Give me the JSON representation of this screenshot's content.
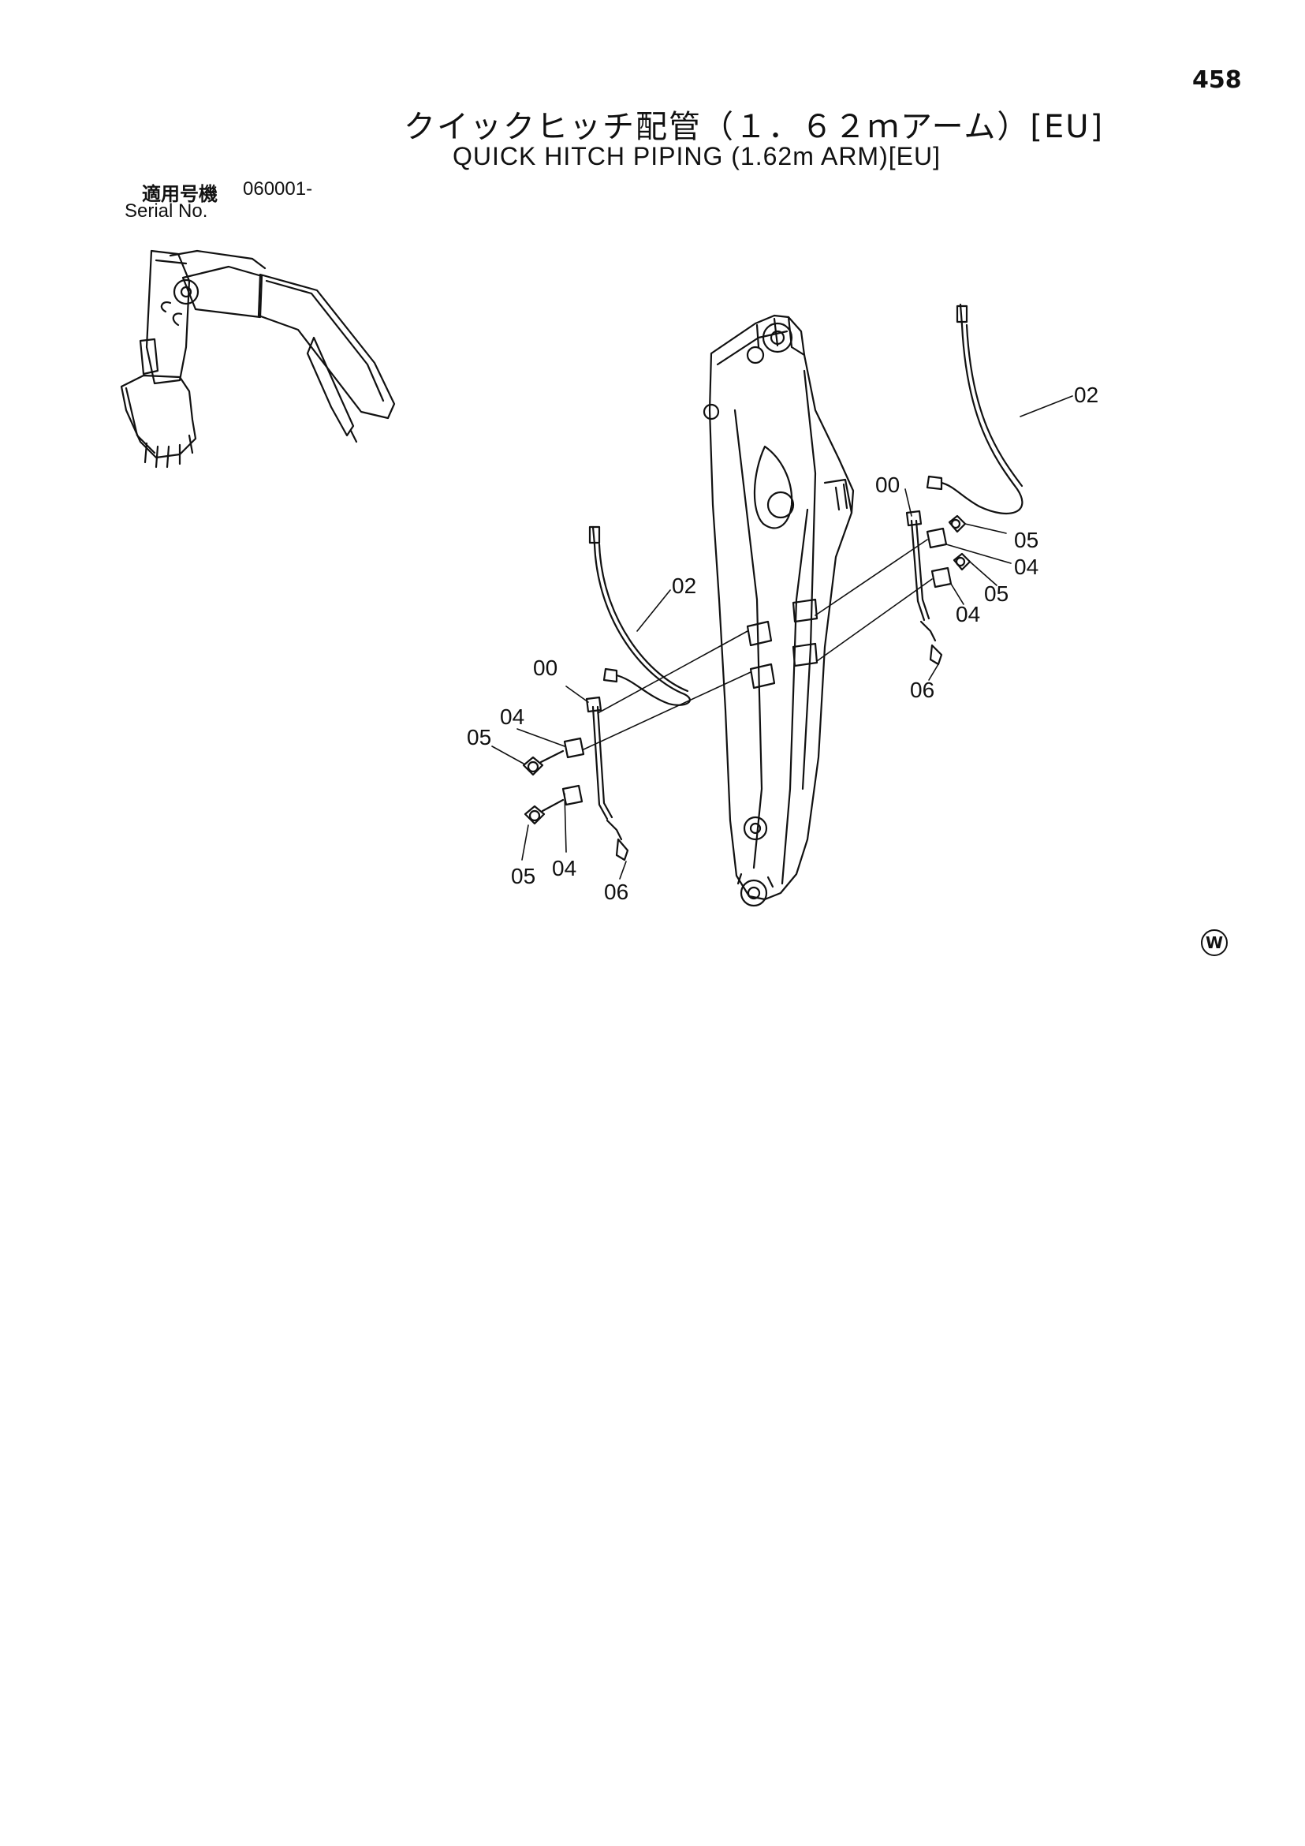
{
  "page": {
    "number": "458"
  },
  "title": {
    "japanese": "クイックヒッチ配管（１．６２ｍアーム）[EU]",
    "english": "QUICK HITCH PIPING (1.62m ARM)[EU]"
  },
  "applicability": {
    "label_japanese": "適用号機",
    "label_english": "Serial No.",
    "serial_from": "060001-"
  },
  "callouts": {
    "c1": "02",
    "c2": "00",
    "c3": "05",
    "c4": "04",
    "c5": "05",
    "c6": "04",
    "c7": "06",
    "c8": "02",
    "c9": "00",
    "c10": "04",
    "c11": "05",
    "c12": "05",
    "c13": "04",
    "c14": "06"
  },
  "mark": "W",
  "colors": {
    "ink": "#111111",
    "paper": "#ffffff"
  }
}
